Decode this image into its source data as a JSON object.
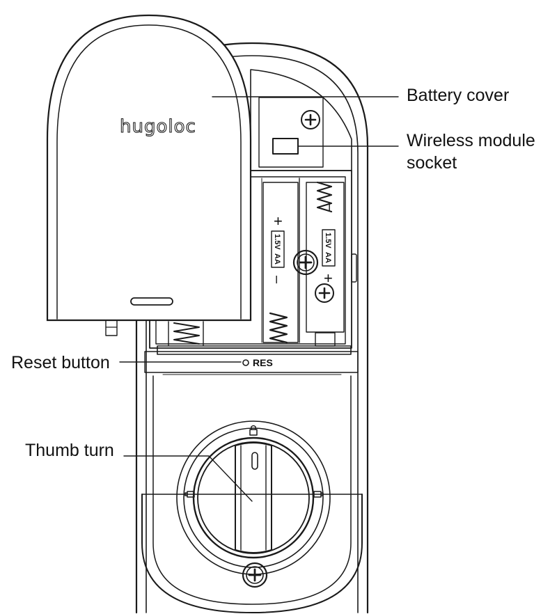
{
  "brand": {
    "logo_text": "hugoloc"
  },
  "labels": {
    "battery_cover": "Battery cover",
    "wireless_line1": "Wireless module",
    "wireless_line2": "socket",
    "reset_button": "Reset button",
    "thumb_turn": "Thumb turn"
  },
  "markings": {
    "res": "RES",
    "battery_voltage": "1.5V",
    "battery_size": "AA",
    "plus": "+",
    "minus": "–"
  },
  "icons": [
    "screw-icon",
    "padlock-icon",
    "unlock-icon",
    "spring-icon"
  ]
}
